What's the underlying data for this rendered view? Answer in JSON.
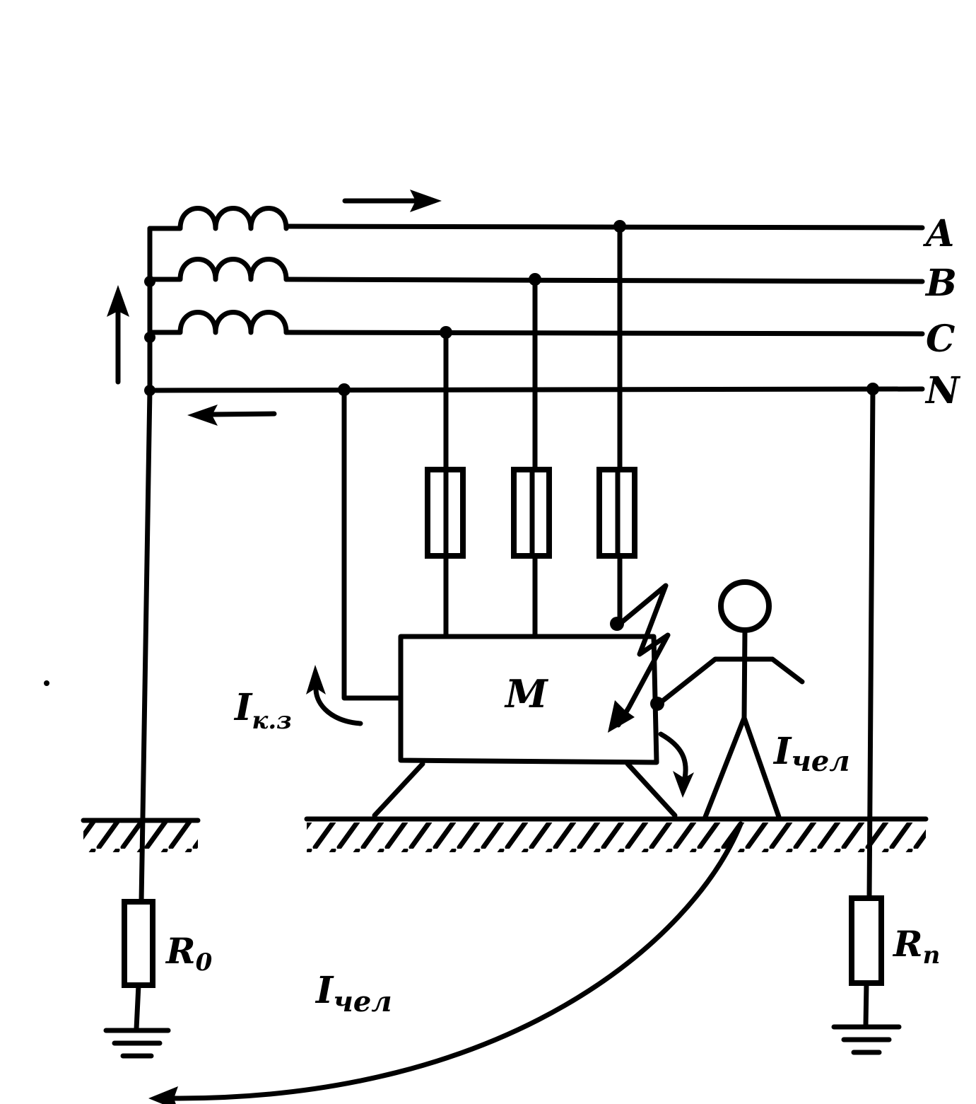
{
  "buses": {
    "A": "A",
    "B": "B",
    "C": "C",
    "N": "N"
  },
  "motor": {
    "label": "M"
  },
  "currents": {
    "short_circuit": {
      "main": "I",
      "sub": "к.з"
    },
    "human_right": {
      "main": "I",
      "sub": "чел"
    },
    "human_bottom": {
      "main": "I",
      "sub": "чел"
    }
  },
  "resistors": {
    "r0": {
      "main": "R",
      "sub": "0"
    },
    "rn": {
      "main": "R",
      "sub": "п"
    }
  },
  "colors": {
    "ink": "#000000",
    "paper": "#ffffff"
  }
}
